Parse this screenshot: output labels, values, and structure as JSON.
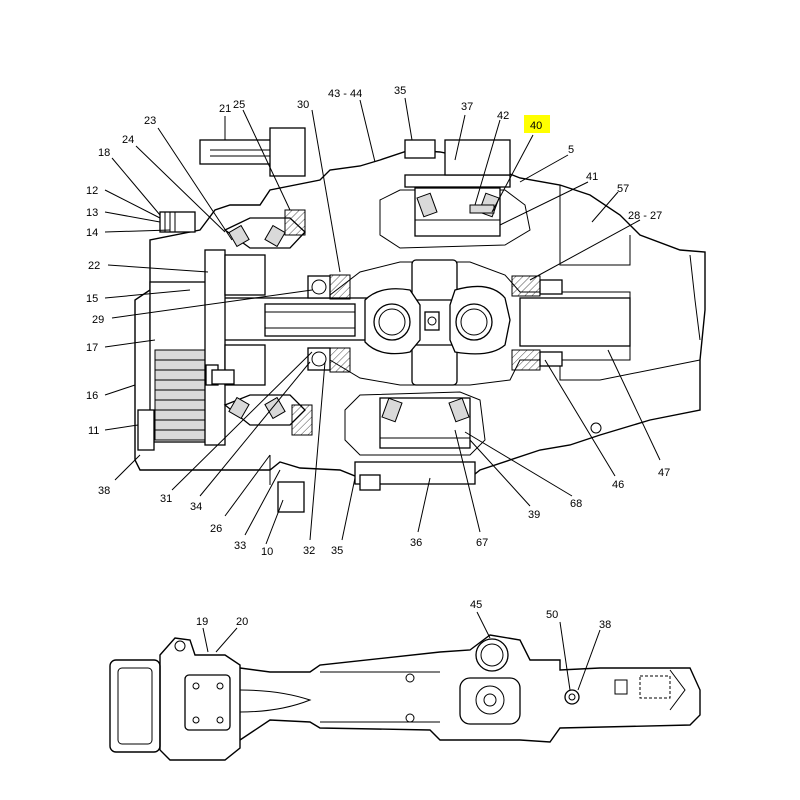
{
  "highlight_color": "#ffff00",
  "callouts": {
    "c21": "21",
    "c25": "25",
    "c30": "30",
    "c4344": "43 - 44",
    "c35top": "35",
    "c37": "37",
    "c42": "42",
    "c40": "40",
    "c5": "5",
    "c41": "41",
    "c57": "57",
    "c2827": "28 - 27",
    "c23": "23",
    "c24": "24",
    "c18": "18",
    "c12": "12",
    "c13": "13",
    "c14": "14",
    "c22": "22",
    "c15": "15",
    "c29": "29",
    "c17": "17",
    "c16": "16",
    "c11": "11",
    "c38": "38",
    "c31": "31",
    "c34": "34",
    "c26": "26",
    "c33": "33",
    "c10": "10",
    "c32": "32",
    "c35bot": "35",
    "c36": "36",
    "c67": "67",
    "c39": "39",
    "c68": "68",
    "c46": "46",
    "c47": "47",
    "c19": "19",
    "c20": "20",
    "c45": "45",
    "c50": "50",
    "c38b": "38"
  }
}
